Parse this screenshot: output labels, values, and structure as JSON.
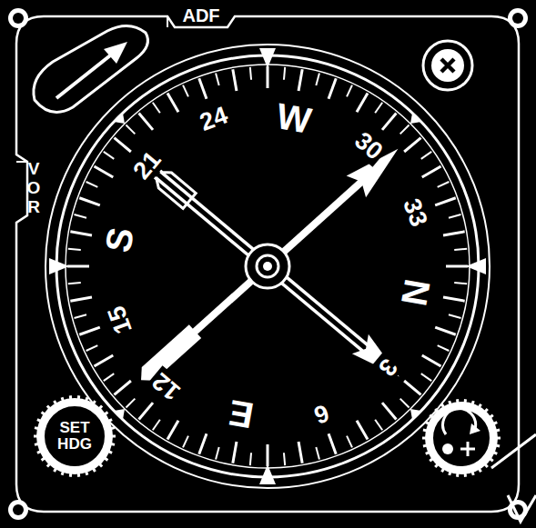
{
  "diagram": {
    "nodes": [
      {
        "text": [
          "SET HDG"
        ]
      }
    ],
    "labels": [
      "ADF",
      "VOR",
      "24",
      "W",
      "30",
      "33",
      "N",
      "3",
      "6",
      "E",
      "12",
      "15",
      "S",
      "21"
    ]
  }
}
